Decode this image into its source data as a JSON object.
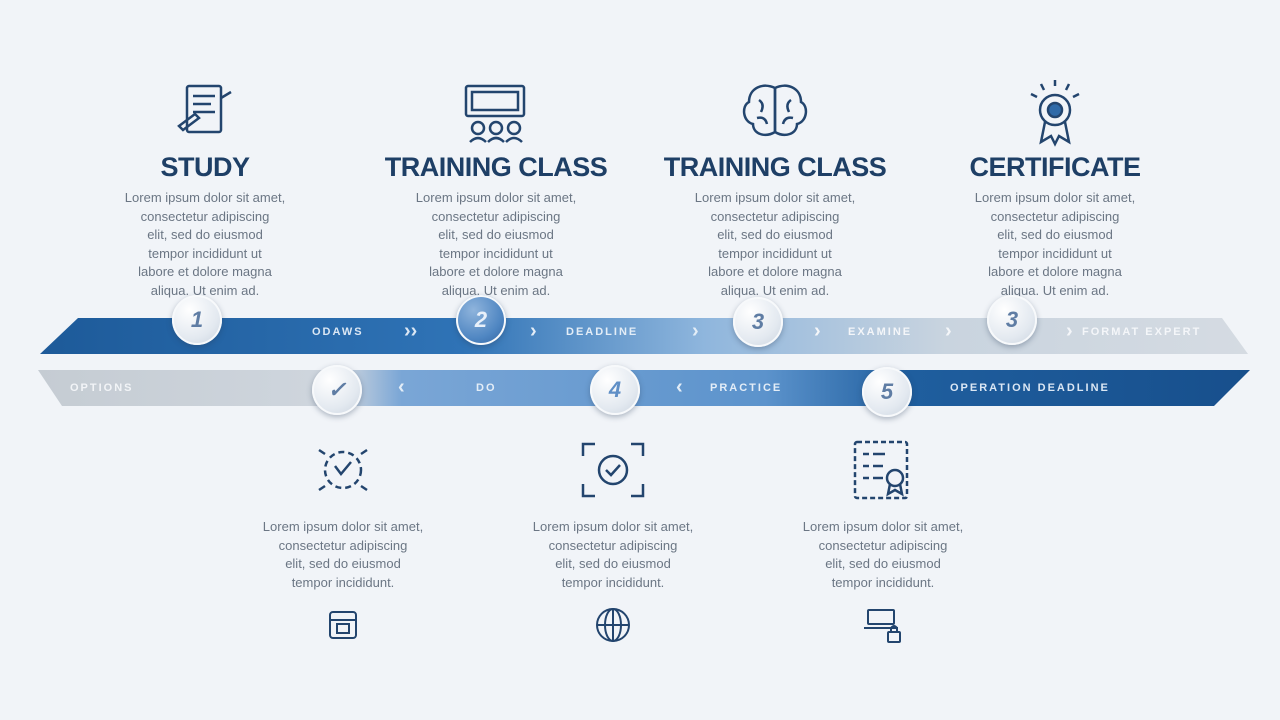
{
  "steps": [
    {
      "title": "STUDY",
      "icon": "document-pen-icon",
      "body": [
        "Lorem ipsum dolor sit amet,",
        "consectetur adipiscing",
        "elit, sed do eiusmod",
        "tempor incididunt ut",
        "labore et dolore magna",
        "aliqua. Ut enim ad."
      ]
    },
    {
      "title": "TRAINING CLASS",
      "icon": "presentation-board-icon",
      "body": [
        "Lorem ipsum dolor sit amet,",
        "consectetur adipiscing",
        "elit, sed do eiusmod",
        "tempor incididunt ut",
        "labore et dolore magna",
        "aliqua. Ut enim ad."
      ]
    },
    {
      "title": "TRAINING CLASS",
      "icon": "brain-icon",
      "body": [
        "Lorem ipsum dolor sit amet,",
        "consectetur adipiscing",
        "elit, sed do eiusmod",
        "tempor incididunt ut",
        "labore et dolore magna",
        "aliqua. Ut enim ad."
      ]
    },
    {
      "title": "CERTIFICATE",
      "icon": "award-ribbon-icon",
      "body": [
        "Lorem ipsum dolor sit amet,",
        "consectetur adipiscing",
        "elit, sed do eiusmod",
        "tempor incididunt ut",
        "labore et dolore magna",
        "aliqua. Ut enim ad."
      ]
    }
  ],
  "upper_lane": {
    "nodes": [
      "1",
      "2",
      "3",
      "3"
    ],
    "labels": [
      "ODAWS",
      "DEADLINE",
      "EXAMINE",
      "FORMAT EXPERT"
    ]
  },
  "lower_lane": {
    "nodes": [
      "✓",
      "4",
      "5"
    ],
    "labels": [
      "OPTIONS",
      "DO",
      "PRACTICE",
      "OPERATION DEADLINE"
    ]
  },
  "bottom_steps": [
    {
      "icon": "target-process-icon",
      "small_icon": "calendar-badge-icon",
      "body": [
        "Lorem ipsum dolor sit amet,",
        "consectetur adipiscing",
        "elit, sed do eiusmod",
        "tempor incididunt."
      ]
    },
    {
      "icon": "checkmark-focus-icon",
      "small_icon": "globe-icon",
      "body": [
        "Lorem ipsum dolor sit amet,",
        "consectetur adipiscing",
        "elit, sed do eiusmod",
        "tempor incididunt."
      ]
    },
    {
      "icon": "checklist-certificate-icon",
      "small_icon": "laptop-lock-icon",
      "body": [
        "Lorem ipsum dolor sit amet,",
        "consectetur adipiscing",
        "elit, sed do eiusmod",
        "tempor incididunt."
      ]
    }
  ],
  "colors": {
    "dark_blue": "#1d5a99",
    "mid_blue": "#5f95cf",
    "light_blue": "#a8c8e8",
    "grey": "#c5cbd2",
    "title": "#1e3f66"
  }
}
